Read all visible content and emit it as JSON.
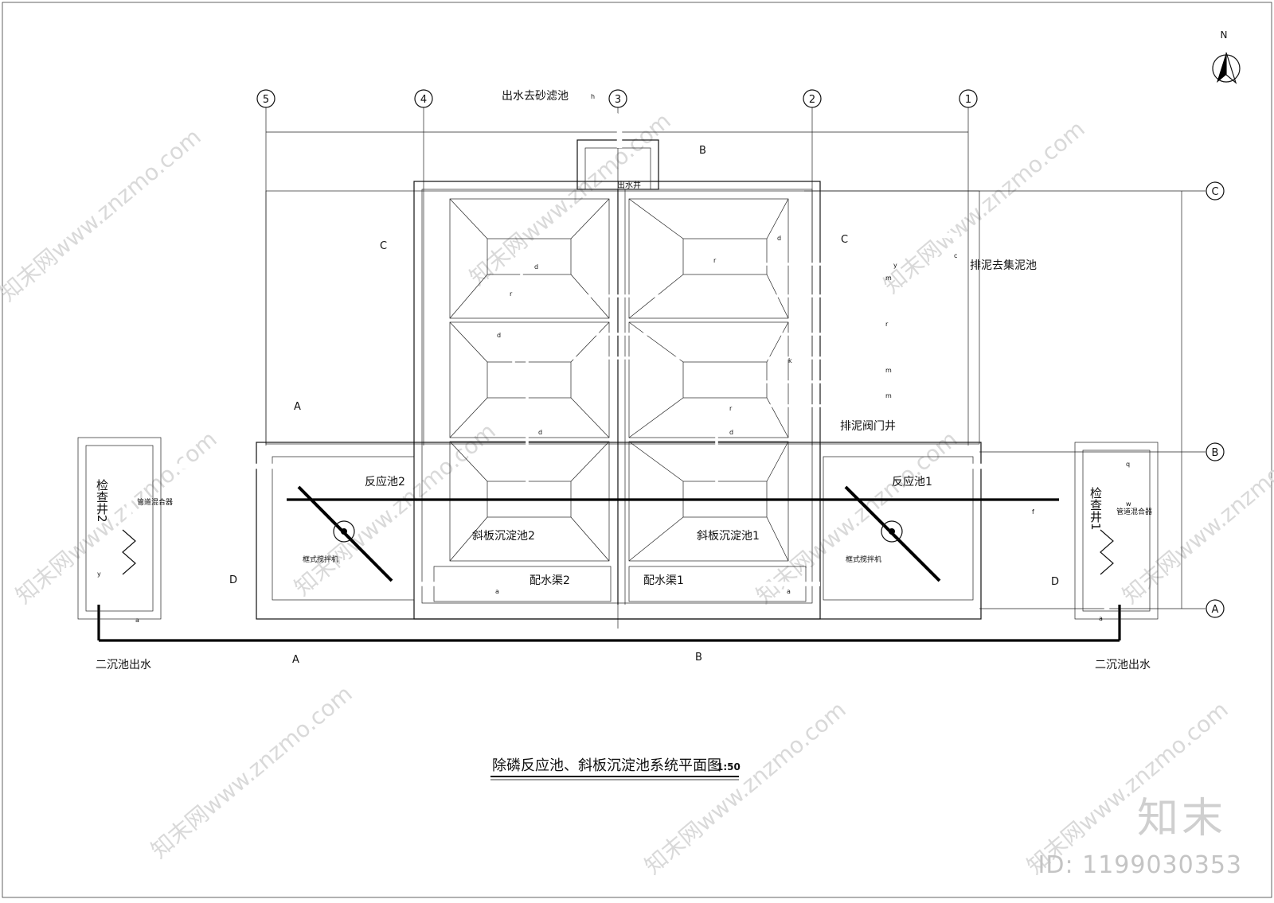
{
  "drawing": {
    "title": "除磷反应池、斜板沉淀池系统平面图",
    "scale": "1:50",
    "north": "N"
  },
  "axes": {
    "columns": [
      "5",
      "4",
      "3",
      "2",
      "1"
    ],
    "rows": [
      "C",
      "B",
      "A"
    ]
  },
  "labels": {
    "outlet_to_sand_filter": "出水去砂滤池",
    "outlet_well": "出水井",
    "sludge_to_thickener": "排泥去集泥池",
    "sludge_valve_well": "排泥阀门井",
    "reaction_tank_2": "反应池2",
    "reaction_tank_1": "反应池1",
    "settler_2": "斜板沉淀池2",
    "settler_1": "斜板沉淀池1",
    "channel_2": "配水渠2",
    "channel_1": "配水渠1",
    "inspection_well_2": "检查井2",
    "inspection_well_1": "检查井1",
    "pipe_mixer_left": "管道混合器",
    "pipe_mixer_right": "管道混合器",
    "mixer_left": "框式搅拌机",
    "mixer_right": "框式搅拌机",
    "secondary_outlet_left": "二沉池出水",
    "secondary_outlet_right": "二沉池出水"
  },
  "sections": {
    "A": "A",
    "B": "B",
    "C": "C",
    "D": "D"
  },
  "pipe_tags": [
    "h",
    "d",
    "r",
    "d",
    "r",
    "d",
    "m",
    "r",
    "m",
    "k",
    "m",
    "r",
    "d",
    "d",
    "c",
    "y",
    "a",
    "a",
    "f",
    "q",
    "w",
    "a",
    "y",
    "a"
  ],
  "watermark": {
    "site": "知末网www.znzmo.com",
    "brand": "知末",
    "image_id": "ID: 1199030353"
  }
}
